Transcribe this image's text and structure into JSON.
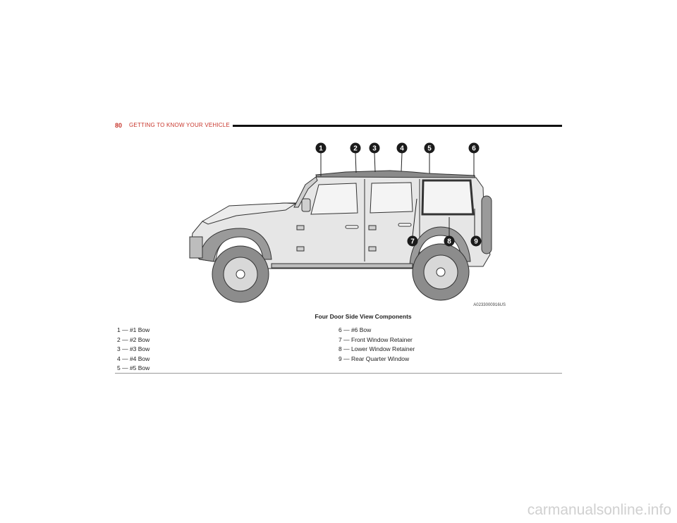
{
  "header": {
    "page_number": "80",
    "section_title": "GETTING TO KNOW YOUR VEHICLE"
  },
  "figure": {
    "code": "A0233000916US",
    "callouts": [
      "1",
      "2",
      "3",
      "4",
      "5",
      "6",
      "7",
      "8",
      "9"
    ]
  },
  "caption": "Four Door Side View Components",
  "legend": {
    "left": [
      "1 — #1 Bow",
      "2 — #2 Bow",
      "3 — #3 Bow",
      "4 — #4 Bow",
      "5 — #5 Bow"
    ],
    "right": [
      "6 — #6 Bow",
      "7 — Front Window Retainer",
      "8 — Lower Window Retainer",
      "9 — Rear Quarter Window"
    ]
  },
  "watermark": "carmanualsonline.info",
  "colors": {
    "accent": "#c8372d",
    "body_fill": "#e6e6e6",
    "tire": "#8c8c8c",
    "outline": "#333333",
    "badge": "#1b1b1b"
  }
}
